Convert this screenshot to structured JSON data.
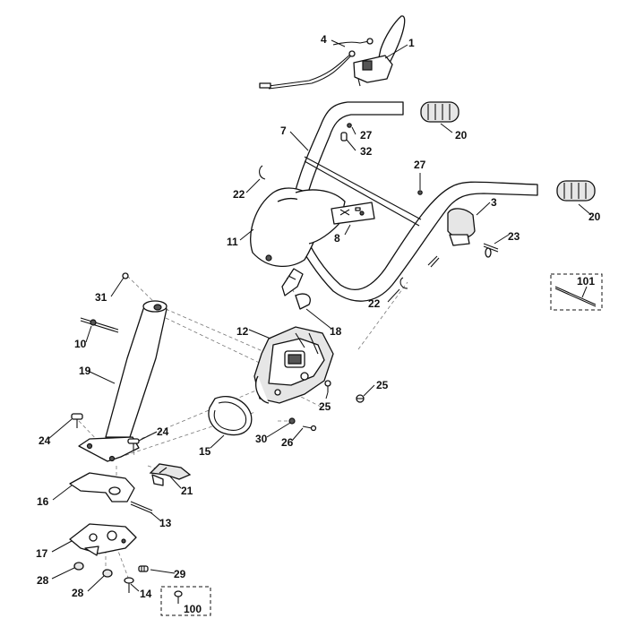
{
  "diagram": {
    "callouts": {
      "c1": "1",
      "c3": "3",
      "c4": "4",
      "c7": "7",
      "c8": "8",
      "c10": "10",
      "c11": "11",
      "c12": "12",
      "c13": "13",
      "c14": "14",
      "c15": "15",
      "c16": "16",
      "c17": "17",
      "c18": "18",
      "c19": "19",
      "c20a": "20",
      "c20b": "20",
      "c21": "21",
      "c22a": "22",
      "c22b": "22",
      "c23": "23",
      "c24a": "24",
      "c24b": "24",
      "c25a": "25",
      "c25b": "25",
      "c26": "26",
      "c27a": "27",
      "c27b": "27",
      "c28a": "28",
      "c28b": "28",
      "c29": "29",
      "c30": "30",
      "c31": "31",
      "c32": "32",
      "c100": "100",
      "c101": "101"
    }
  }
}
